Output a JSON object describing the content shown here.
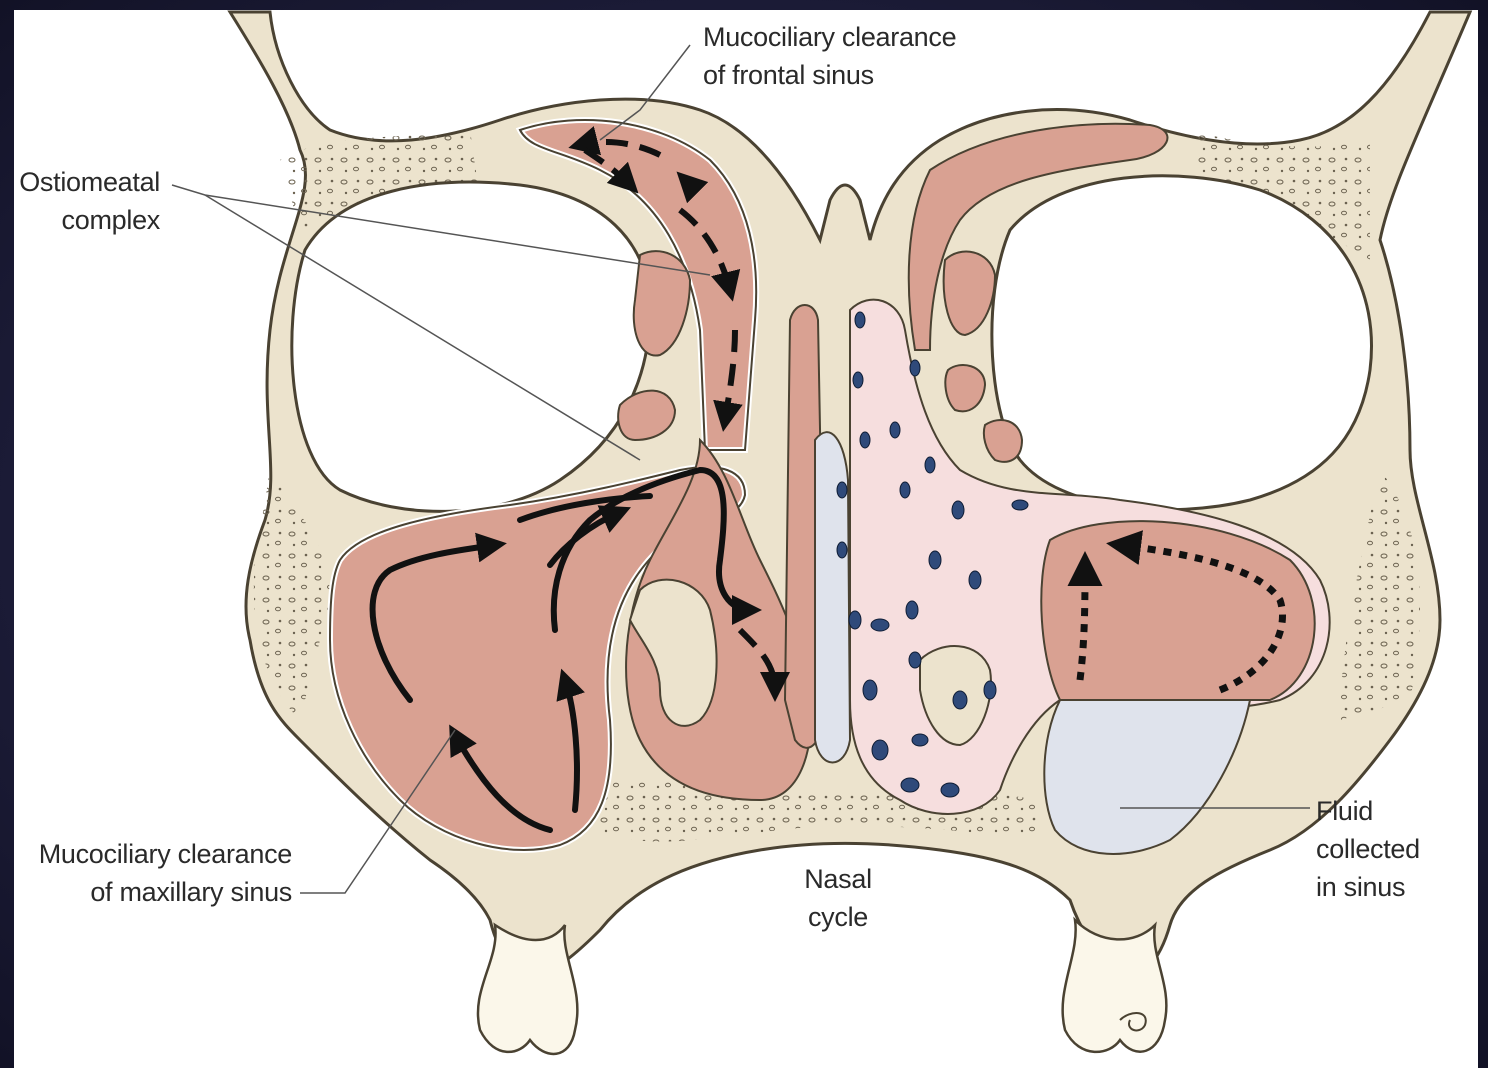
{
  "labels": {
    "frontal": {
      "line1": "Mucociliary clearance",
      "line2": "of frontal sinus"
    },
    "ostiomeatal": {
      "line1": "Ostiomeatal",
      "line2": "complex"
    },
    "maxillary": {
      "line1": "Mucociliary clearance",
      "line2": "of maxillary sinus"
    },
    "nasal_cycle": {
      "line1": "Nasal",
      "line2": "cycle"
    },
    "fluid": {
      "line1": "Fluid",
      "line2": "collected",
      "line3": "in sinus"
    }
  },
  "colors": {
    "bone": "#ece3cd",
    "bone_outline": "#5a5040",
    "mucosa": "#d9a192",
    "mucosa_light": "#f6dede",
    "fluid": "#dfe3ec",
    "arrow": "#111111",
    "cell": "#2f4a7a",
    "background": "#1f1f3a"
  }
}
